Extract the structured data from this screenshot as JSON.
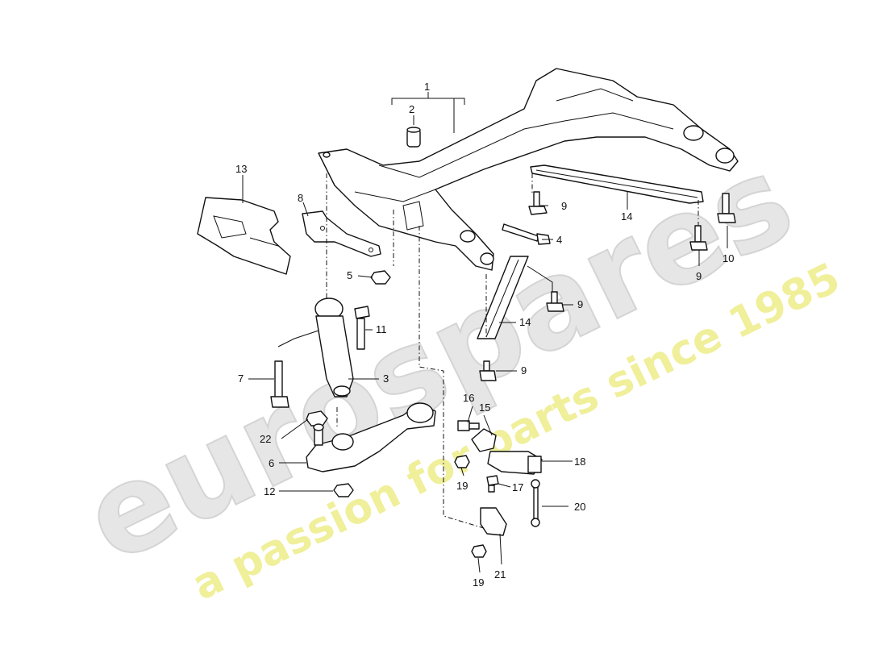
{
  "watermark": {
    "brand": "eurospares",
    "tagline": "a passion for parts since 1985",
    "brand_color": "#e6e6e6",
    "tagline_color": "#f0ef9a"
  },
  "callouts": {
    "c1": "1",
    "c2": "2",
    "c3": "3",
    "c4": "4",
    "c5": "5",
    "c6": "6",
    "c7": "7",
    "c8": "8",
    "c9a": "9",
    "c9b": "9",
    "c9c": "9",
    "c9d": "9",
    "c10": "10",
    "c11": "11",
    "c12": "12",
    "c13": "13",
    "c14a": "14",
    "c14b": "14",
    "c15": "15",
    "c16": "16",
    "c17": "17",
    "c18": "18",
    "c19a": "19",
    "c19b": "19",
    "c20": "20",
    "c21": "21",
    "c22": "22"
  },
  "icons": {
    "crossmember": "front-axle-crossmember-icon",
    "bushing": "bushing-icon",
    "bolt": "bolt-icon",
    "nut": "nut-icon",
    "bracket": "bracket-icon",
    "strut": "strut-brace-icon",
    "control-arm": "control-arm-icon",
    "sensor": "level-sensor-icon",
    "shield": "heat-shield-icon"
  }
}
